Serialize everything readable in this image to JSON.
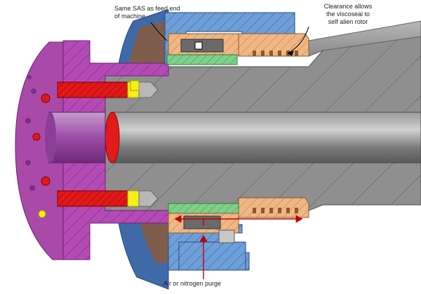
{
  "annotations": {
    "same_sas": "Same SAS as feed end\nof machine",
    "clearance": "Clearance allows\nthe viscoseal to\nself alien rotor",
    "purge": "Air or nitrogen purge"
  },
  "colors": {
    "flange": "#b44bb4",
    "flange_dark": "#7e2a88",
    "housing_blue": "#6f9fd8",
    "housing_dark": "#3a5e95",
    "viscoseal": "#f0b784",
    "seal_green": "#7ed08a",
    "shaft_grey": "#8c8c8c",
    "bore_grey": "#a9a9a9",
    "bolt_red": "#e01818",
    "bolt_yellow": "#f5f017",
    "arrow_red": "#c00000"
  }
}
